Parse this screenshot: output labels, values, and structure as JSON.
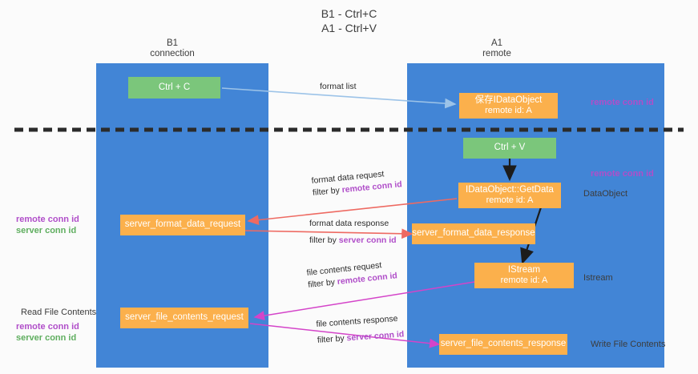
{
  "title": "B1 - Ctrl+C\nA1 - Ctrl+V",
  "lanes": [
    {
      "name": "b1",
      "heading": "B1\nconnection"
    },
    {
      "name": "a1",
      "heading": "A1\nremote"
    }
  ],
  "nodes": {
    "ctrl_c": {
      "line1": "Ctrl + C",
      "line2": ""
    },
    "idataobject_top": {
      "line1": "保存IDataObject",
      "line2": "remote id: A"
    },
    "ctrl_v": {
      "line1": "Ctrl + V",
      "line2": ""
    },
    "getdata": {
      "line1": "IDataObject::GetData",
      "line2": "remote id: A"
    },
    "server_format_data_request": {
      "line1": "server_format_data_request",
      "line2": ""
    },
    "server_format_data_response": {
      "line1": "server_format_data_response",
      "line2": ""
    },
    "istream": {
      "line1": "IStream",
      "line2": "remote id: A"
    },
    "server_file_contents_request": {
      "line1": "server_file_contents_request",
      "line2": ""
    },
    "server_file_contents_response": {
      "line1": "server_file_contents_response",
      "line2": ""
    }
  },
  "edge_labels": {
    "format_list": {
      "l1": "format list",
      "l2_prefix": "",
      "l2_tag": "",
      "l2_tag_color": ""
    },
    "format_data_request": {
      "l1": "format data request",
      "l2_prefix": "filter by ",
      "l2_tag": "remote conn id",
      "l2_tag_color": "purple"
    },
    "format_data_response": {
      "l1": "format data response",
      "l2_prefix": "filter by ",
      "l2_tag": "server conn id",
      "l2_tag_color": "purple"
    },
    "file_contents_request": {
      "l1": "file contents request",
      "l2_prefix": "filter by ",
      "l2_tag": "remote conn id",
      "l2_tag_color": "purple"
    },
    "file_contents_response": {
      "l1": "file contents response",
      "l2_prefix": "filter by ",
      "l2_tag": "server conn id",
      "l2_tag_color": "purple"
    }
  },
  "annotations": {
    "right_remote_conn_top": "remote conn id",
    "right_remote_conn_mid": "remote conn id",
    "right_dataobject": "DataObject",
    "right_istream": "Istream",
    "right_write_file": "Write File Contents",
    "left_ids_mid_purple": "remote conn id",
    "left_ids_mid_green": "server conn id",
    "left_read_file": "Read File Contents",
    "left_ids_bottom_purple": "remote conn id",
    "left_ids_bottom_green": "server conn id"
  },
  "colors": {
    "lane": "#4285d6",
    "green_node": "#7bc67b",
    "orange_node": "#fbb04c",
    "purple": "#b04ec9",
    "green_text": "#5fae5f",
    "red_arrow": "#ee6a62",
    "blue_arrow": "#9cc3e8",
    "magenta_arrow": "#d444c9",
    "black_arrow": "#1c1c1c",
    "divider": "#2b2b2b"
  }
}
